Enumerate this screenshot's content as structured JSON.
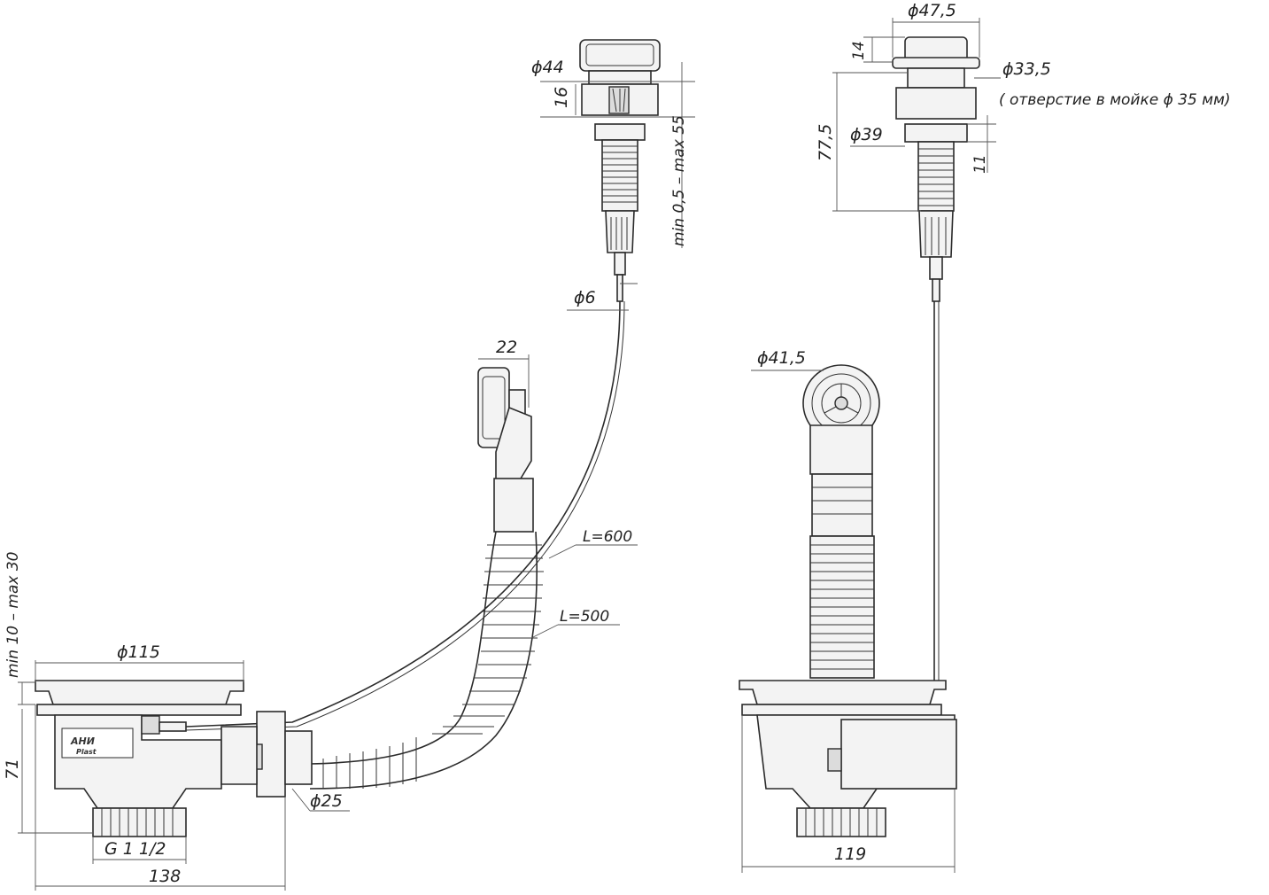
{
  "dimensions": {
    "d44": "ϕ44",
    "h16": "16",
    "thickness_range": "min 0,5 – max 55",
    "d6": "ϕ6",
    "w22": "22",
    "l600": "L=600",
    "l500": "L=500",
    "d115": "ϕ115",
    "sink_thickness": "min 10 – max 30",
    "h71": "71",
    "d25": "ϕ25",
    "thread": "G 1 1/2",
    "w138": "138",
    "d47_5": "ϕ47,5",
    "h14": "14",
    "d33_5": "ϕ33,5",
    "hole_note": "( отверстие в мойке ϕ 35 мм)",
    "d39": "ϕ39",
    "h77_5": "77,5",
    "h11": "11",
    "d41_5": "ϕ41,5",
    "w119": "119"
  },
  "logo": {
    "brand": "АНИ",
    "sub": "Plast"
  }
}
